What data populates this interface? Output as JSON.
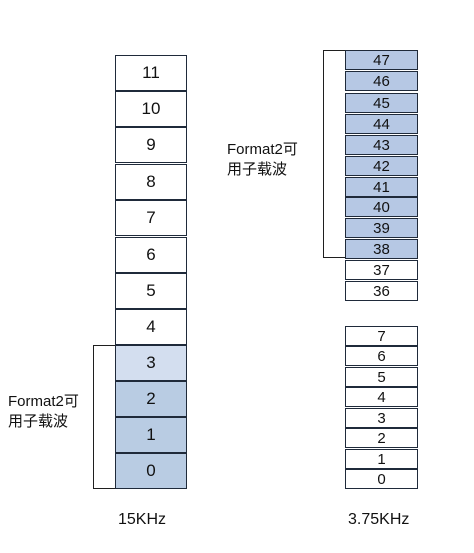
{
  "left_column": {
    "axis_label": "15KHz",
    "annotation_line1": "Format2可",
    "annotation_line2": "用子载波",
    "cells": [
      {
        "label": "11",
        "highlighted": false
      },
      {
        "label": "10",
        "highlighted": false
      },
      {
        "label": "9",
        "highlighted": false
      },
      {
        "label": "8",
        "highlighted": false
      },
      {
        "label": "7",
        "highlighted": false
      },
      {
        "label": "6",
        "highlighted": false
      },
      {
        "label": "5",
        "highlighted": false
      },
      {
        "label": "4",
        "highlighted": false
      },
      {
        "label": "3",
        "highlighted": true
      },
      {
        "label": "2",
        "highlighted": true
      },
      {
        "label": "1",
        "highlighted": true
      },
      {
        "label": "0",
        "highlighted": true
      }
    ]
  },
  "right_column": {
    "axis_label": "3.75KHz",
    "annotation_line1": "Format2可",
    "annotation_line2": "用子载波",
    "top_group": [
      {
        "label": "47",
        "highlighted": true
      },
      {
        "label": "46",
        "highlighted": true
      },
      {
        "label": "45",
        "highlighted": true
      },
      {
        "label": "44",
        "highlighted": true
      },
      {
        "label": "43",
        "highlighted": true
      },
      {
        "label": "42",
        "highlighted": true
      },
      {
        "label": "41",
        "highlighted": true
      },
      {
        "label": "40",
        "highlighted": true
      },
      {
        "label": "39",
        "highlighted": true
      },
      {
        "label": "38",
        "highlighted": true
      },
      {
        "label": "37",
        "highlighted": false
      },
      {
        "label": "36",
        "highlighted": false
      }
    ],
    "bottom_group": [
      {
        "label": "7",
        "highlighted": false
      },
      {
        "label": "6",
        "highlighted": false
      },
      {
        "label": "5",
        "highlighted": false
      },
      {
        "label": "4",
        "highlighted": false
      },
      {
        "label": "3",
        "highlighted": false
      },
      {
        "label": "2",
        "highlighted": false
      },
      {
        "label": "1",
        "highlighted": false
      },
      {
        "label": "0",
        "highlighted": false
      }
    ]
  },
  "colors": {
    "highlight_left_light": "#d3deef",
    "highlight_left": "#b9cce3",
    "highlight_right": "#b6c8e4",
    "border": "#1f2a3a"
  }
}
